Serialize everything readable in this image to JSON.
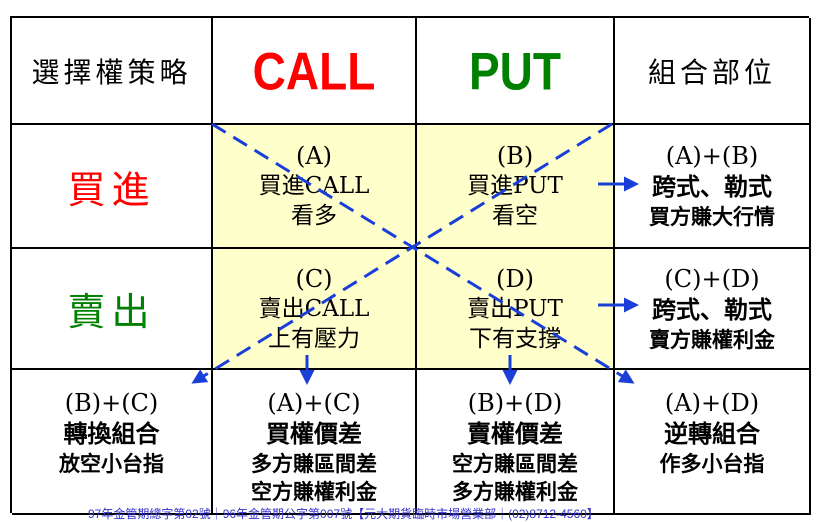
{
  "header": {
    "strategy": "選擇權策略",
    "call": "CALL",
    "put": "PUT",
    "combo": "組合部位"
  },
  "rows": {
    "buy": "買進",
    "sell": "賣出"
  },
  "cells": {
    "a": {
      "code": "(A)",
      "line1": "買進CALL",
      "line2": "看多"
    },
    "b": {
      "code": "(B)",
      "line1": "買進PUT",
      "line2": "看空"
    },
    "c": {
      "code": "(C)",
      "line1": "賣出CALL",
      "line2": "上有壓力"
    },
    "d": {
      "code": "(D)",
      "line1": "賣出PUT",
      "line2": "下有支撐"
    },
    "ab": {
      "code": "(A)+(B)",
      "line1": "跨式、勒式",
      "line2": "買方賺大行情"
    },
    "cd": {
      "code": "(C)+(D)",
      "line1": "跨式、勒式",
      "line2": "賣方賺權利金"
    },
    "bc": {
      "code": "(B)+(C)",
      "line1": "轉換組合",
      "line2": "放空小台指"
    },
    "ac": {
      "code": "(A)+(C)",
      "line1": "買權價差",
      "line2": "多方賺區間差",
      "line3": "空方賺權利金"
    },
    "bd": {
      "code": "(B)+(D)",
      "line1": "賣權價差",
      "line2": "空方賺區間差",
      "line3": "多方賺權利金"
    },
    "ad": {
      "code": "(A)+(D)",
      "line1": "逆轉組合",
      "line2": "作多小台指"
    }
  },
  "footer": "97年金管期總字第02號｜96年金管期公字第007號【元大期貨臨時市場營業部｜(02)8712-4560】",
  "colors": {
    "arrow": "#1a3fd9",
    "yellow": "#ffffcc",
    "call": "#ff0000",
    "put": "#008000"
  }
}
